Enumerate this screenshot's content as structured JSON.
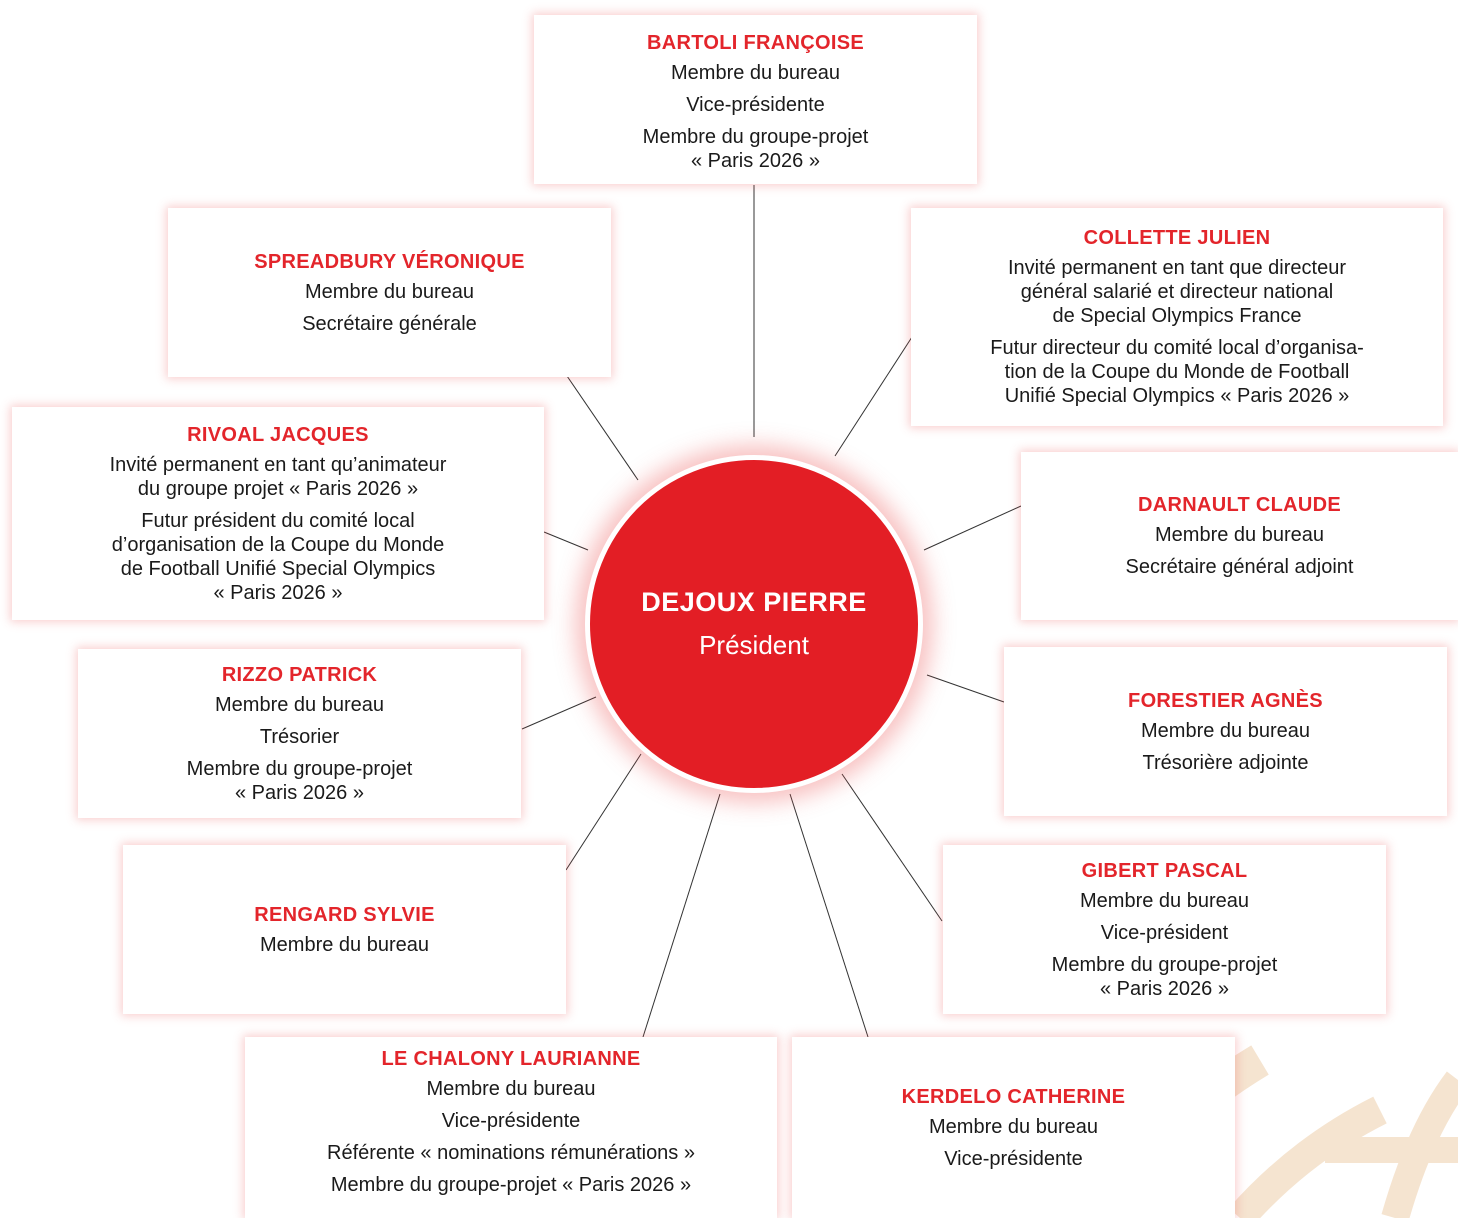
{
  "colors": {
    "accent": "#e31e25",
    "text": "#1a1a1a",
    "line": "#333333",
    "decoration": "#f3e1cc"
  },
  "center": {
    "name": "DEJOUX PIERRE",
    "role": "Président"
  },
  "members": [
    {
      "id": "bartoli",
      "name": "BARTOLI FRANÇOISE",
      "roles": [
        "Membre du bureau",
        "Vice-présidente",
        "Membre du groupe-projet\n« Paris 2026 »"
      ]
    },
    {
      "id": "spreadbury",
      "name": "SPREADBURY VÉRONIQUE",
      "roles": [
        "Membre du bureau",
        "Secrétaire générale"
      ]
    },
    {
      "id": "collette",
      "name": "COLLETTE JULIEN",
      "roles": [
        "Invité permanent en tant que directeur\ngénéral salarié et directeur national\nde Special Olympics France",
        "Futur directeur du comité local d’organisa-\ntion de la Coupe du Monde de Football\nUnifié Special Olympics « Paris 2026 »"
      ]
    },
    {
      "id": "rivoal",
      "name": "RIVOAL JACQUES",
      "roles": [
        "Invité permanent en tant qu’animateur\ndu groupe projet « Paris 2026 »",
        "Futur président du comité local\nd’organisation de la Coupe du Monde\nde Football Unifié Special Olympics\n« Paris 2026 »"
      ]
    },
    {
      "id": "darnault",
      "name": "DARNAULT CLAUDE",
      "roles": [
        "Membre du bureau",
        "Secrétaire général adjoint"
      ]
    },
    {
      "id": "rizzo",
      "name": "RIZZO PATRICK",
      "roles": [
        "Membre du bureau",
        "Trésorier",
        "Membre du groupe-projet\n« Paris 2026 »"
      ]
    },
    {
      "id": "forestier",
      "name": "FORESTIER AGNÈS",
      "roles": [
        "Membre du bureau",
        "Trésorière adjointe"
      ]
    },
    {
      "id": "rengard",
      "name": "RENGARD SYLVIE",
      "roles": [
        "Membre du bureau"
      ]
    },
    {
      "id": "gibert",
      "name": "GIBERT PASCAL",
      "roles": [
        "Membre du bureau",
        "Vice-président",
        "Membre du groupe-projet\n« Paris 2026 »"
      ]
    },
    {
      "id": "lechalony",
      "name": "LE CHALONY LAURIANNE",
      "roles": [
        "Membre du bureau",
        "Vice-présidente",
        "Référente « nominations rémunérations »",
        "Membre du groupe-projet « Paris 2026 »"
      ]
    },
    {
      "id": "kerdelo",
      "name": "KERDELO CATHERINE",
      "roles": [
        "Membre du bureau",
        "Vice-présidente"
      ]
    }
  ]
}
